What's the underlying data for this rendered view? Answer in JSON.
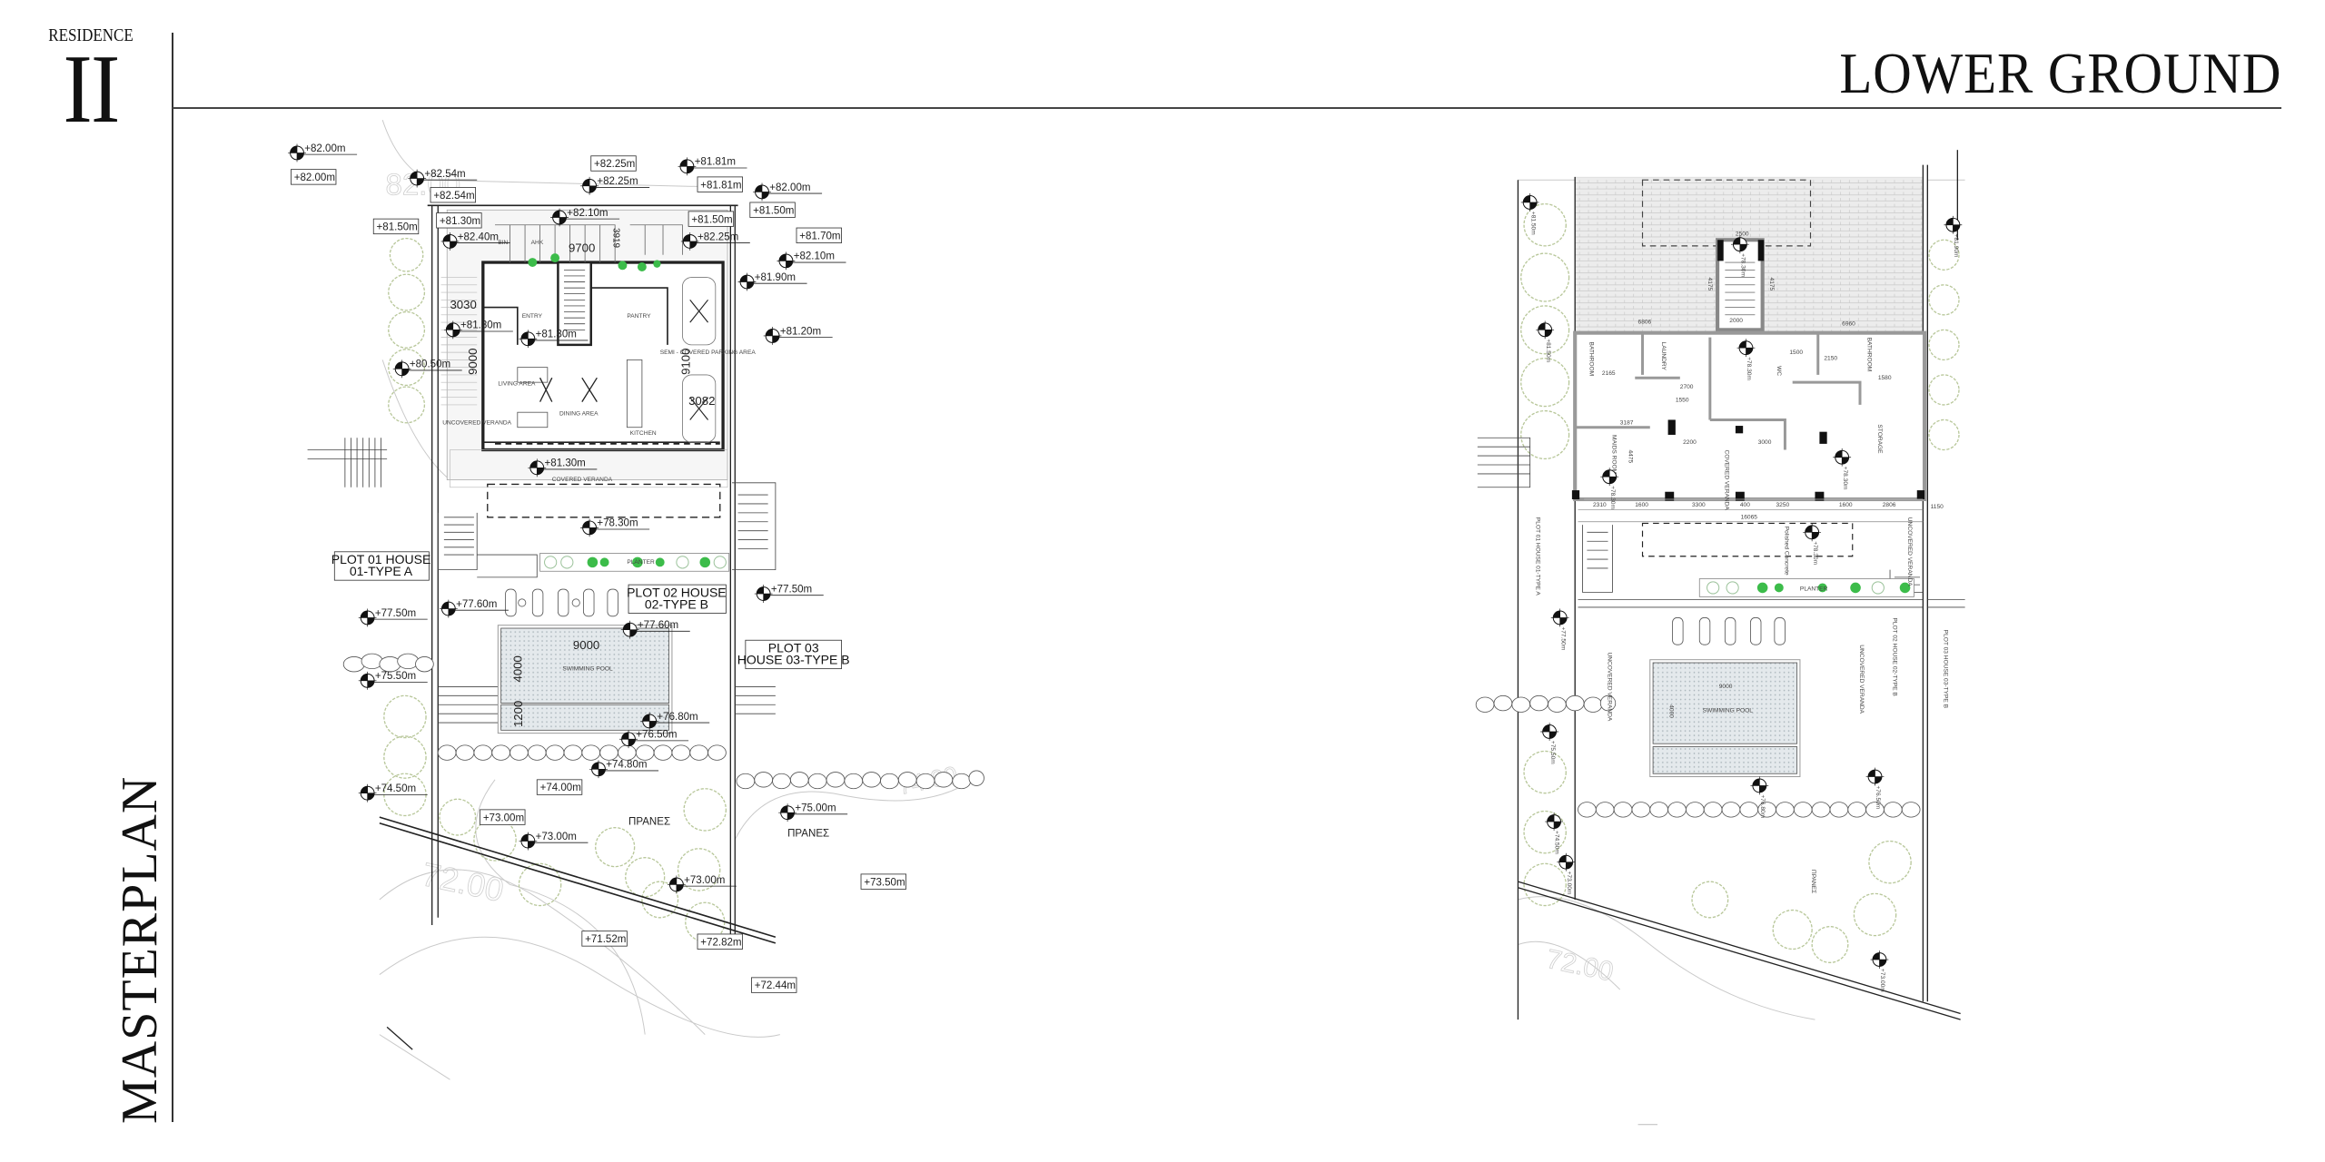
{
  "brand": {
    "top": "RESIDENCE",
    "numeral": "II"
  },
  "header": {
    "title": "LOWER GROUND"
  },
  "side_title": "MASTERPLAN",
  "left_plan": {
    "elevations": [
      "+82.00m",
      "+82.54m",
      "+82.25m",
      "+81.81m",
      "+82.00m",
      "+82.10m",
      "+82.40m",
      "+82.25m",
      "+82.10m",
      "+81.90m",
      "+81.30m",
      "+81.30m",
      "+81.20m",
      "+80.50m",
      "+81.30m",
      "+78.30m",
      "+77.60m",
      "+77.60m",
      "+77.50m",
      "+77.50m",
      "+75.50m",
      "+76.80m",
      "+76.50m",
      "+74.80m",
      "+74.50m",
      "+73.00m",
      "+75.00m",
      "+73.00m"
    ],
    "boxed_levels": [
      "+82.00m",
      "+82.54m",
      "+82.25m",
      "+81.81m",
      "+81.50m",
      "+81.30m",
      "+81.50m",
      "+81.50m",
      "+81.70m",
      "+74.00m",
      "+73.00m",
      "+73.50m",
      "+71.52m",
      "+72.82m",
      "+72.44m"
    ],
    "plots": [
      {
        "line1": "PLOT 01 HOUSE",
        "line2": "01-TYPE A"
      },
      {
        "line1": "PLOT 02 HOUSE",
        "line2": "02-TYPE B"
      },
      {
        "line1": "PLOT 03",
        "line2": "HOUSE 03-TYPE B"
      }
    ],
    "rooms": {
      "living": "LIVING AREA",
      "dining": "DINING AREA",
      "kitchen": "KITCHEN",
      "entry": "ENTRY",
      "pantry": "PANTRY",
      "parking": "SEMI - COVERED PARKING AREA",
      "uncovered": "UNCOVERED VERANDA",
      "covered": "COVERED VERANDA",
      "pool": "SWIMMING POOL",
      "planter": "PLANTER",
      "slope1": "ΠΡΑΝΕΣ",
      "slope2": "ΠΡΑΝΕΣ",
      "bin": "BIN",
      "ahk": "AHK"
    },
    "dims": {
      "d9700": "9700",
      "d3030": "3030",
      "d9000": "9000",
      "d9100": "9100",
      "d3082": "3082",
      "pool_len": "9000",
      "pool_w": "4000",
      "pool_step": "1200",
      "d3919": "3919"
    },
    "contours": {
      "c82": "82.00",
      "c72": "72.00",
      "c74": "74.00"
    }
  },
  "right_plan": {
    "rooms": {
      "bath1": "BATHROOM",
      "laundry": "LAUNDRY",
      "wc": "WC",
      "bath2": "BATHROOM",
      "maids": "MAIDS ROOM",
      "storage": "STORAGE",
      "covered": "COVERED VERANDA",
      "uncovered": "UNCOVERED VERANDA",
      "concrete": "Polished Concrete",
      "planter": "PLANTER",
      "pool": "SWIMMING POOL",
      "slope": "ΠΡΑΝΕΣ",
      "plot01": "PLOT 01 HOUSE 01-TYPE A",
      "plot02": "PLOT 02 HOUSE 02-TYPE B",
      "plot03": "PLOT 03 HOUSE 03-TYPE B",
      "uncovered2": "UNCOVERED VERANDA",
      "uncovered3": "UNCOVERED VERANDA"
    },
    "dims": {
      "total": "16065",
      "d2310": "2310",
      "d1600a": "1600",
      "d3300": "3300",
      "d400": "400",
      "d3250": "3250",
      "d1600b": "1600",
      "d2806": "2806",
      "d1150": "1150",
      "d2500": "2500",
      "d6806": "6806",
      "d6960": "6960",
      "d2000": "2000",
      "d4175a": "4175",
      "d4175b": "4175",
      "d2165": "2165",
      "d2700": "2700",
      "d1550": "1550",
      "d3187": "3187",
      "d2200": "2200",
      "d3000": "3000",
      "d2150": "2150",
      "d1500": "1500",
      "d1580": "1580",
      "d4475": "4475",
      "pool_len": "9000",
      "pool_w": "4000"
    },
    "levels": [
      "+78.30m",
      "+78.30m",
      "+78.30m",
      "+78.30m",
      "+78.30m",
      "+81.50m",
      "+81.90m",
      "+81.50m",
      "+77.50m",
      "+75.50m",
      "+74.50m",
      "+73.00m",
      "+76.80m",
      "+76.50m",
      "+73.00m"
    ]
  }
}
